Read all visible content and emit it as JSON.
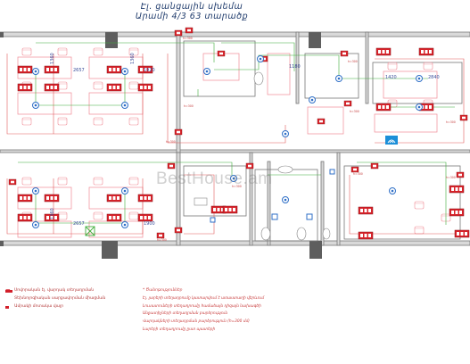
{
  "title": {
    "line1": "Էլ. ցանցային սխեմա",
    "line2": "Արամի 4/3 63 տարածք"
  },
  "watermark": "BestHouse.am",
  "dimensions": [
    "2657",
    "1360",
    "1920",
    "1360",
    "1420",
    "2840",
    "2657",
    "1360",
    "1900",
    "1180"
  ],
  "outlet_label": "h=300",
  "legend_left": [
    {
      "symbol": "▬",
      "text": "Սովորական էլ. վարդակ տեղադրման"
    },
    {
      "symbol": "",
      "text": "Տեխնոլոգիական սարքավորման միացման"
    },
    {
      "symbol": "",
      "text": "Ամրակի մոտակա վայր"
    }
  ],
  "legend_right": [
    "* Ծանոթություններ",
    "Էլ. լարերի տեղադրումը կատարվում է առաստաղի վերևում",
    "Լուսատուների տեղադրումը համաձայն դիզայն նախագծի",
    "Անջատիչների տեղադրման բարձրություն",
    "Վարդակների տեղադրման բարձրություն (h=300 մմ)",
    "Լարերի տեղադրումը ըստ պատերի"
  ],
  "colors": {
    "wall": "#777777",
    "wall_pillar": "#5e5e5e",
    "outlet": "#d8232a",
    "furniture_line": "#f08a95",
    "light_wire": "#3fae3b",
    "power_wire": "#e25b5b",
    "title": "#1e3a6b",
    "lamp": "#2f6fc7",
    "wifi": "#1c8fd8"
  }
}
